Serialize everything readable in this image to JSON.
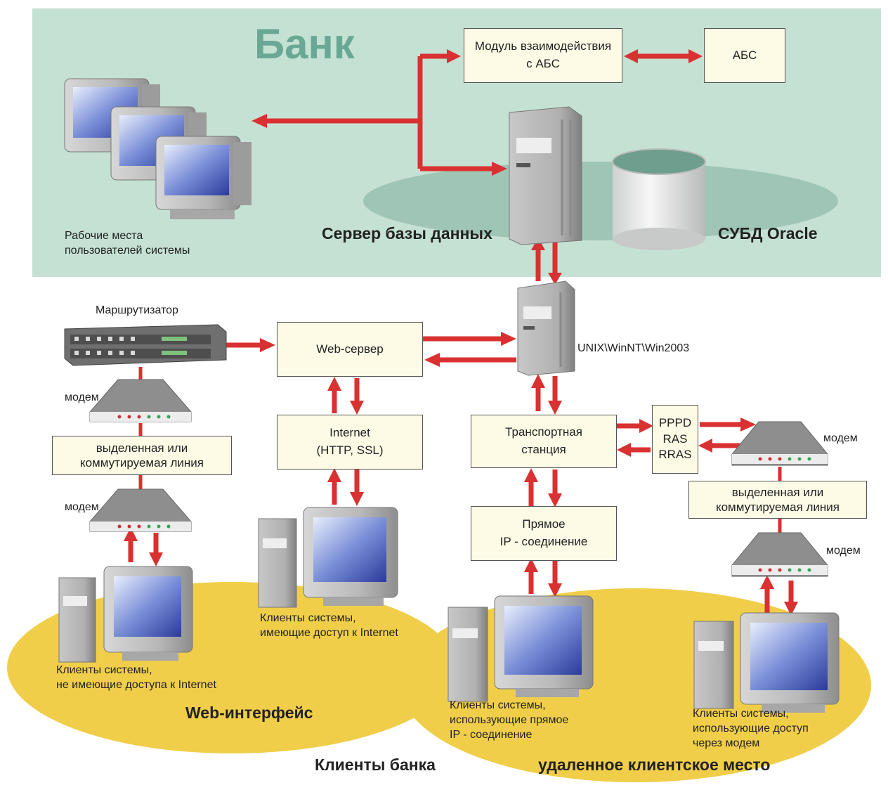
{
  "title": "Банк",
  "boxes": {
    "module": [
      "Модуль взаимодействия",
      "с АБС"
    ],
    "abs": "АБС",
    "webserver": "Web-сервер",
    "internet": [
      "Internet",
      "(HTTP, SSL)"
    ],
    "transport": [
      "Транспортная",
      "станция"
    ],
    "ppp": [
      "PPPD",
      "RAS",
      "RRAS"
    ],
    "direct_ip": [
      "Прямое",
      "IP - соединение"
    ],
    "line_left": [
      "выделенная или",
      "коммутируемая линия"
    ],
    "line_right": [
      "выделенная или",
      "коммутируемая линия"
    ]
  },
  "labels": {
    "workstations": [
      "Рабочие места",
      "пользователей системы"
    ],
    "db_server": "Сервер базы данных",
    "oracle": "СУБД Oracle",
    "router": "Маршрутизатор",
    "unix": "UNIX\\WinNT\\Win2003",
    "modem": "модем",
    "clients_no_internet": [
      "Клиенты системы,",
      "не имеющие доступа к Internet"
    ],
    "clients_internet": [
      "Клиенты системы,",
      "имеющие доступ к Internet"
    ],
    "clients_direct_ip": [
      "Клиенты системы,",
      "использующие прямое",
      "IP - соединение"
    ],
    "clients_modem": [
      "Клиенты системы,",
      "использующие доступ",
      "через модем"
    ],
    "web_interface": "Web-интерфейс",
    "bank_clients": "Клиенты банка",
    "remote_place": "удаленное клиентское место"
  },
  "colors": {
    "bank_bg": "#c5e1d3",
    "bank_ellipse": "#9fc5b7",
    "arrow": "#d93131",
    "client_area": "#f0ce4a",
    "box_fill": "#fdfbe6"
  }
}
